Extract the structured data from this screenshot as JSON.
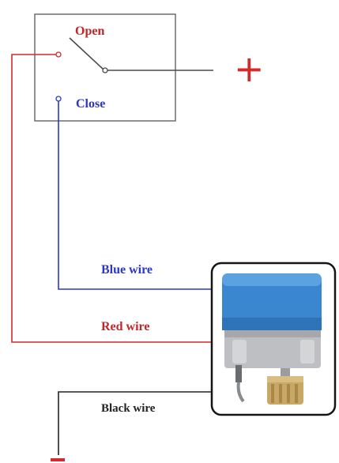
{
  "switch": {
    "open_label": "Open",
    "close_label": "Close",
    "plus_symbol": "+"
  },
  "wires": {
    "blue_label": "Blue wire",
    "red_label": "Red wire",
    "black_label": "Black wire",
    "minus_symbol": "-"
  },
  "colors": {
    "red": "#d42a2a",
    "blue": "#2d36c8",
    "black": "#222222",
    "switch_box": "#6d6d6d",
    "actuator_blue": "#3a86cf"
  }
}
